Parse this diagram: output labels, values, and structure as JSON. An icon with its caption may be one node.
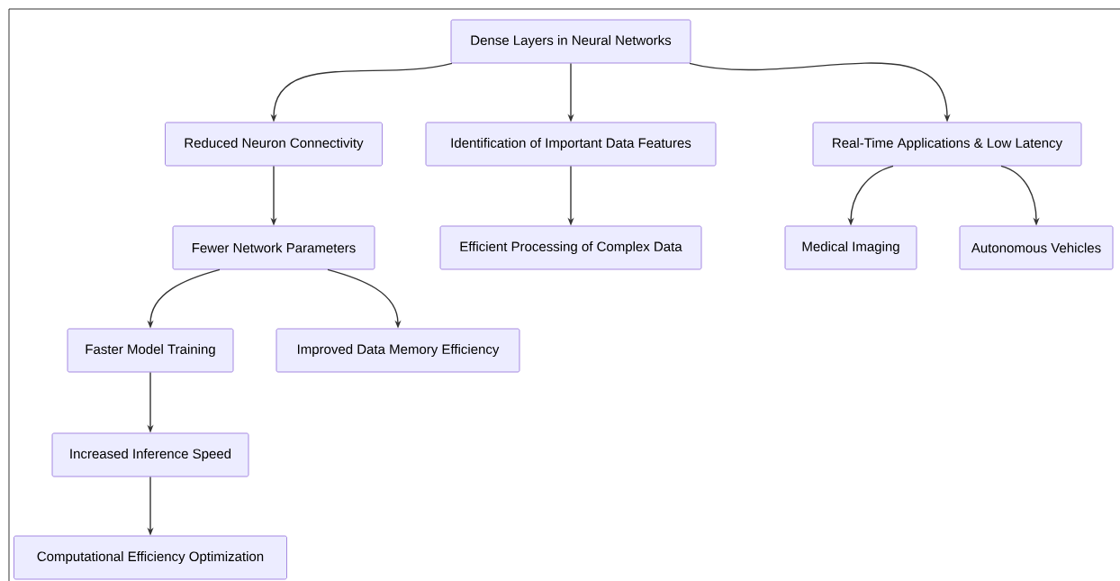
{
  "diagram": {
    "nodes": [
      {
        "text": [
          "Dense Layers in Neural Networks"
        ]
      },
      {
        "text": [
          "Reduced Neuron Connectivity"
        ]
      },
      {
        "text": [
          "Identification of Important Data Features"
        ]
      },
      {
        "text": [
          "Real-Time Applications & Low Latency"
        ]
      },
      {
        "text": [
          "Fewer Network Parameters"
        ]
      },
      {
        "text": [
          "Efficient Processing of Complex Data"
        ]
      },
      {
        "text": [
          "Medical Imaging"
        ]
      },
      {
        "text": [
          "Autonomous Vehicles"
        ]
      },
      {
        "text": [
          "Faster Model Training"
        ]
      },
      {
        "text": [
          "Improved Data Memory Efficiency"
        ]
      },
      {
        "text": [
          "Increased Inference Speed"
        ]
      },
      {
        "text": [
          "Computational Efficiency Optimization"
        ]
      }
    ],
    "edges": [
      {
        "from": 0,
        "to": 1,
        "arrow": "to"
      },
      {
        "from": 0,
        "to": 2,
        "arrow": "to"
      },
      {
        "from": 0,
        "to": 3,
        "arrow": "to"
      },
      {
        "from": 1,
        "to": 4,
        "arrow": "to"
      },
      {
        "from": 2,
        "to": 5,
        "arrow": "to"
      },
      {
        "from": 3,
        "to": 6,
        "arrow": "to"
      },
      {
        "from": 3,
        "to": 7,
        "arrow": "to"
      },
      {
        "from": 4,
        "to": 8,
        "arrow": "to"
      },
      {
        "from": 4,
        "to": 9,
        "arrow": "to"
      },
      {
        "from": 8,
        "to": 10,
        "arrow": "to"
      },
      {
        "from": 10,
        "to": 11,
        "arrow": "to"
      }
    ]
  }
}
